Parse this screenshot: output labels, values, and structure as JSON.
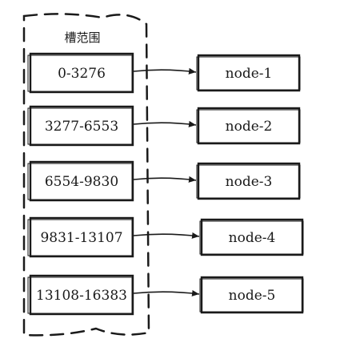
{
  "group": {
    "title": "槽范围"
  },
  "ranges": [
    {
      "label": "0-3276",
      "node": "node-1"
    },
    {
      "label": "3277-6553",
      "node": "node-2"
    },
    {
      "label": "6554-9830",
      "node": "node-3"
    },
    {
      "label": "9831-13107",
      "node": "node-4"
    },
    {
      "label": "13108-16383",
      "node": "node-5"
    }
  ]
}
